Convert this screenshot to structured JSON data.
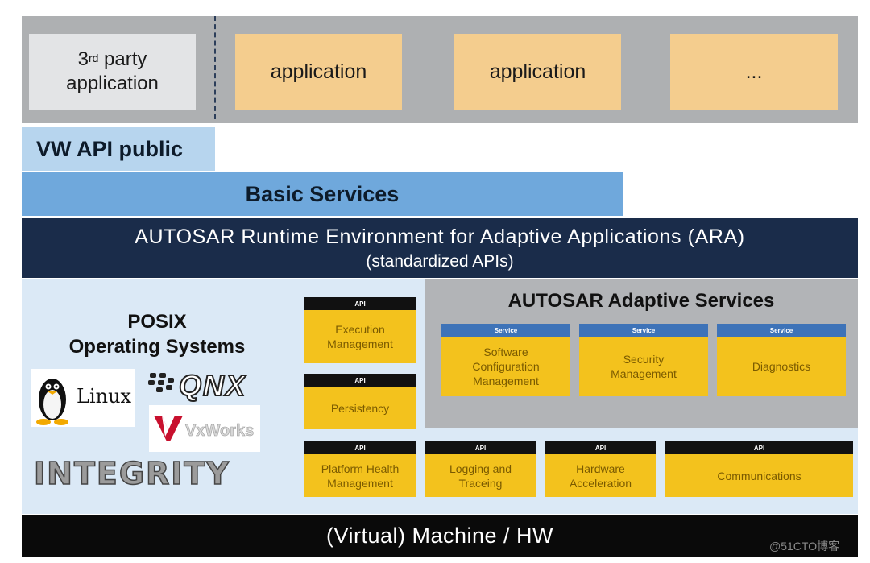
{
  "applications": {
    "third_party": {
      "line1": "3",
      "sup": "rd",
      "line1_rest": " party",
      "line2": "application"
    },
    "app1": "application",
    "app2": "application",
    "app3": "..."
  },
  "layers": {
    "vw_api": "VW API public",
    "basic_services": "Basic Services",
    "ara_title": "AUTOSAR Runtime Environment for Adaptive Applications (ARA)",
    "ara_subtitle": "(standardized APIs)",
    "machine": "(Virtual) Machine / HW"
  },
  "os": {
    "title_line1": "POSIX",
    "title_line2": "Operating Systems",
    "logos": {
      "linux": "Linux",
      "qnx": "QNX",
      "vxworks": "VxWorks",
      "integrity": "INTEGRITY"
    }
  },
  "adaptive_services": {
    "title": "AUTOSAR Adaptive Services",
    "tag": "Service",
    "items": [
      {
        "line1": "Software",
        "line2": "Configuration",
        "line3": "Management"
      },
      {
        "line1": "Security",
        "line2": "Management"
      },
      {
        "line1": "Diagnostics"
      }
    ]
  },
  "api_components": {
    "tag": "API",
    "execution": {
      "line1": "Execution",
      "line2": "Management"
    },
    "persistency": "Persistency",
    "platform_health": {
      "line1": "Platform Health",
      "line2": "Management"
    },
    "logging": {
      "line1": "Logging and",
      "line2": "Traceing"
    },
    "hardware": {
      "line1": "Hardware",
      "line2": "Acceleration"
    },
    "communications": "Communications"
  },
  "watermark": "@51CTO博客",
  "colors": {
    "app_strip": "#aeb0b2",
    "application": "#f4cd8e",
    "vw_api": "#b7d5ee",
    "basic_services": "#6fa8dc",
    "ara": "#1a2c4a",
    "posix_area": "#dbe9f6",
    "component": "#f3c21d",
    "service_tag": "#3e73b8",
    "machine": "#0a0a0a"
  }
}
